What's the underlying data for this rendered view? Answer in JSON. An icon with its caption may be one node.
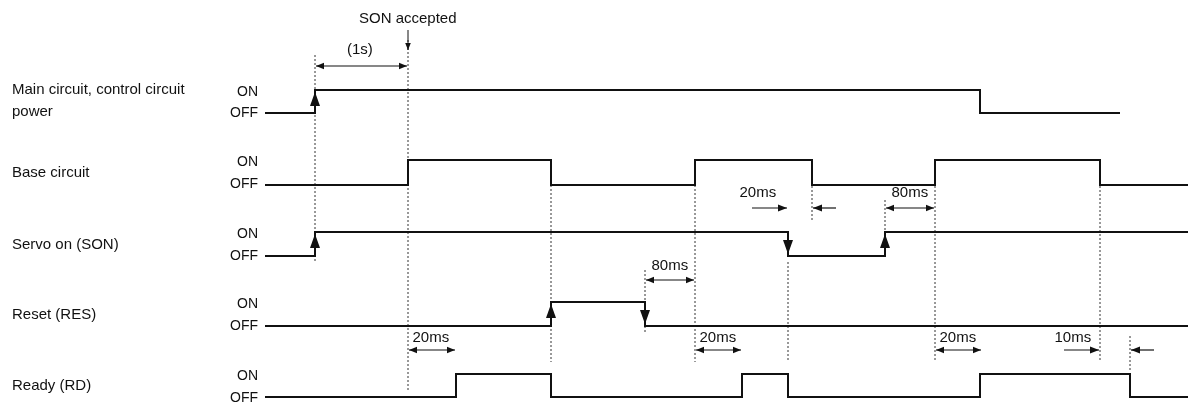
{
  "diagram": {
    "labels": [
      "SON accepted",
      "(1s)",
      "Main circuit, control circuit power",
      "ON",
      "OFF",
      "Base circuit",
      "ON",
      "OFF",
      "20ms",
      "80ms",
      "Servo on (SON)",
      "ON",
      "OFF",
      "80ms",
      "Reset (RES)",
      "ON",
      "OFF",
      "20ms",
      "20ms",
      "20ms",
      "10ms",
      "Ready (RD)",
      "ON",
      "OFF"
    ]
  }
}
